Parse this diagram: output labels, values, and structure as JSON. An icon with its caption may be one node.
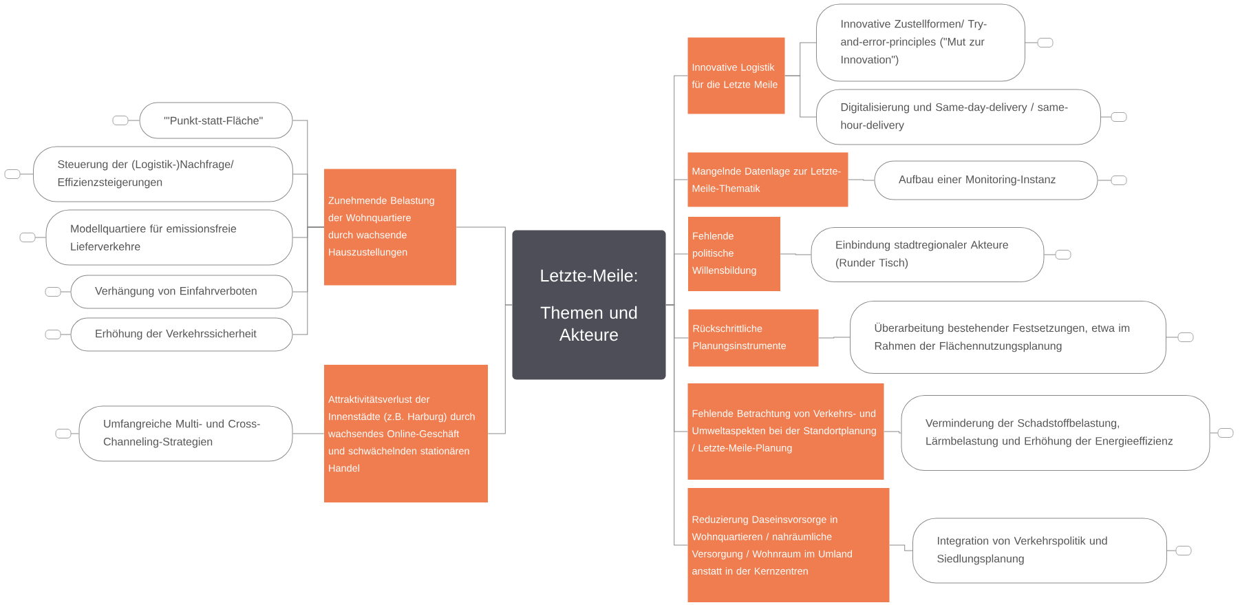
{
  "diagram": {
    "nodes": [
      {
        "text": [
          "Letzte-Meile:",
          "Themen und Akteure"
        ]
      },
      {
        "text": [
          "Zunehmende Belastung der Wohnquartiere durch wachsende Hauszustellungen"
        ]
      },
      {
        "text": [
          "Attraktivitätsverlust der Innenstädte (z.B. Harburg) durch wachsendes Online-Geschäft und schwächelnden stationären Handel"
        ]
      },
      {
        "text": [
          "'\"Punkt-statt-Fläche\""
        ]
      },
      {
        "text": [
          "Steuerung der (Logistik-)Nachfrage/ Effizienzsteigerungen"
        ]
      },
      {
        "text": [
          "Modellquartiere für emissionsfreie Lieferverkehre"
        ]
      },
      {
        "text": [
          "Verhängung von Einfahrverboten"
        ]
      },
      {
        "text": [
          "Erhöhung der Verkehrssicherheit"
        ]
      },
      {
        "text": [
          "Umfangreiche Multi- und Cross-Channeling-Strategien"
        ]
      },
      {
        "text": [
          "Innovative Logistik für die Letzte Meile"
        ]
      },
      {
        "text": [
          "Innovative Zustellformen/ Try-and-error-principles (\"Mut zur Innovation\")"
        ]
      },
      {
        "text": [
          "Digitalisierung und Same-day-delivery / same-hour-delivery"
        ]
      },
      {
        "text": [
          "Mangelnde Datenlage zur Letzte-Meile-Thematik"
        ]
      },
      {
        "text": [
          "Aufbau einer Monitoring-Instanz"
        ]
      },
      {
        "text": [
          "Fehlende politische Willensbildung"
        ]
      },
      {
        "text": [
          "Einbindung stadtregionaler Akteure (Runder Tisch)"
        ]
      },
      {
        "text": [
          "Rückschrittliche Planungsinstrumente"
        ]
      },
      {
        "text": [
          "Überarbeitung bestehender Festsetzungen, etwa im Rahmen der Flächennutzungsplanung"
        ]
      },
      {
        "text": [
          "Fehlende Betrachtung von Verkehrs- und Umweltaspekten bei der Standortplanung / Letzte-Meile-Planung"
        ]
      },
      {
        "text": [
          "Verminderung der Schadstoffbelastung, Lärmbelastung und Erhöhung der Energieeffizienz"
        ]
      },
      {
        "text": [
          "Reduzierung Daseinsvorsorge in Wohnquartieren / nahräumliche Versorgung / Wohnraum im Umland anstatt in der Kernzentren"
        ]
      },
      {
        "text": [
          "Integration von Verkehrspolitik und Siedlungsplanung"
        ]
      },
      {
        "text": [],
        "shape": "box"
      },
      {
        "text": [],
        "shape": "box"
      },
      {
        "text": [],
        "shape": "box"
      },
      {
        "text": [],
        "shape": "box"
      },
      {
        "text": [],
        "shape": "box"
      },
      {
        "text": [],
        "shape": "box"
      },
      {
        "text": [],
        "shape": "box"
      },
      {
        "text": [],
        "shape": "box"
      },
      {
        "text": [],
        "shape": "box"
      },
      {
        "text": [],
        "shape": "box"
      },
      {
        "text": [],
        "shape": "box"
      },
      {
        "text": [],
        "shape": "box"
      },
      {
        "text": [],
        "shape": "box"
      }
    ],
    "edges": [
      {
        "from": 0,
        "to": 1,
        "arrow": "none"
      },
      {
        "from": 0,
        "to": 2,
        "arrow": "none"
      },
      {
        "from": 1,
        "to": 3,
        "arrow": "none"
      },
      {
        "from": 1,
        "to": 4,
        "arrow": "none"
      },
      {
        "from": 1,
        "to": 5,
        "arrow": "none"
      },
      {
        "from": 1,
        "to": 6,
        "arrow": "none"
      },
      {
        "from": 1,
        "to": 7,
        "arrow": "none"
      },
      {
        "from": 2,
        "to": 8,
        "arrow": "none"
      },
      {
        "from": 0,
        "to": 9,
        "arrow": "none"
      },
      {
        "from": 9,
        "to": 10,
        "arrow": "none"
      },
      {
        "from": 9,
        "to": 11,
        "arrow": "none"
      },
      {
        "from": 0,
        "to": 12,
        "arrow": "none"
      },
      {
        "from": 12,
        "to": 13,
        "arrow": "none"
      },
      {
        "from": 0,
        "to": 14,
        "arrow": "none"
      },
      {
        "from": 14,
        "to": 15,
        "arrow": "none"
      },
      {
        "from": 0,
        "to": 16,
        "arrow": "none"
      },
      {
        "from": 16,
        "to": 17,
        "arrow": "none"
      },
      {
        "from": 0,
        "to": 18,
        "arrow": "none"
      },
      {
        "from": 18,
        "to": 19,
        "arrow": "none"
      },
      {
        "from": 0,
        "to": 20,
        "arrow": "none"
      },
      {
        "from": 20,
        "to": 21,
        "arrow": "none"
      },
      {
        "from": 3,
        "to": 22,
        "arrow": "none"
      },
      {
        "from": 4,
        "to": 23,
        "arrow": "none"
      },
      {
        "from": 5,
        "to": 24,
        "arrow": "none"
      },
      {
        "from": 6,
        "to": 25,
        "arrow": "none"
      },
      {
        "from": 7,
        "to": 26,
        "arrow": "none"
      },
      {
        "from": 8,
        "to": 27,
        "arrow": "none"
      },
      {
        "from": 10,
        "to": 28,
        "arrow": "none"
      },
      {
        "from": 11,
        "to": 29,
        "arrow": "none"
      },
      {
        "from": 13,
        "to": 30,
        "arrow": "none"
      },
      {
        "from": 15,
        "to": 31,
        "arrow": "none"
      },
      {
        "from": 17,
        "to": 32,
        "arrow": "none"
      },
      {
        "from": 19,
        "to": 33,
        "arrow": "none"
      },
      {
        "from": 21,
        "to": 34,
        "arrow": "none"
      }
    ]
  }
}
